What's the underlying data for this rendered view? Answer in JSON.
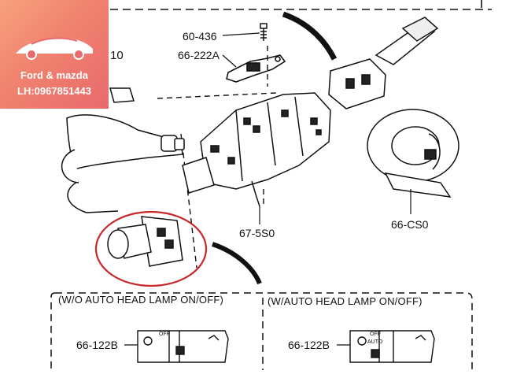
{
  "watermark": {
    "line1": "Ford & mazda",
    "line2": "LH:0967851443"
  },
  "callouts": {
    "screw": "60-436",
    "bracket": "66-222A",
    "body_partial": "10",
    "center_part": "67-5S0",
    "clock_spring": "66-CS0"
  },
  "variants": [
    {
      "title": "(W/O AUTO HEAD LAMP ON/OFF)",
      "part": "66-122B"
    },
    {
      "title": "(W/AUTO HEAD LAMP ON/OFF)",
      "part": "66-122B"
    }
  ],
  "switch_marks": [
    "OFF",
    "AUTO"
  ],
  "colors": {
    "highlight_circle": "#c62828",
    "line": "#111111",
    "watermark_bg": "#f0826f"
  }
}
